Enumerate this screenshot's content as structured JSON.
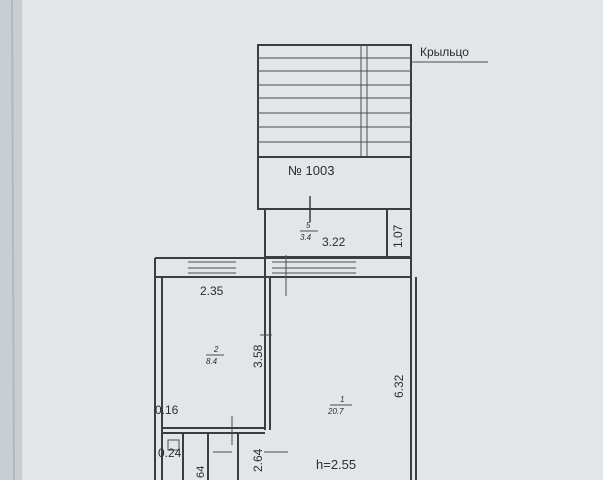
{
  "labels": {
    "porch": "Крыльцо",
    "unit_number": "№ 1003",
    "ceiling_height": "h=2.55"
  },
  "dimensions": {
    "vestibule_width": "3.22",
    "vestibule_depth": "1.07",
    "room2_width": "2.35",
    "room2_depth": "3.58",
    "room1_depth": "6.32",
    "wall_thickness": "0.16",
    "bath_width": "0.24",
    "bath_depth": "2.64",
    "small": "64"
  },
  "rooms": [
    {
      "number": "1",
      "area": "20.7"
    },
    {
      "number": "2",
      "area": "8.4"
    },
    {
      "number": "5",
      "area": "3.4"
    }
  ]
}
